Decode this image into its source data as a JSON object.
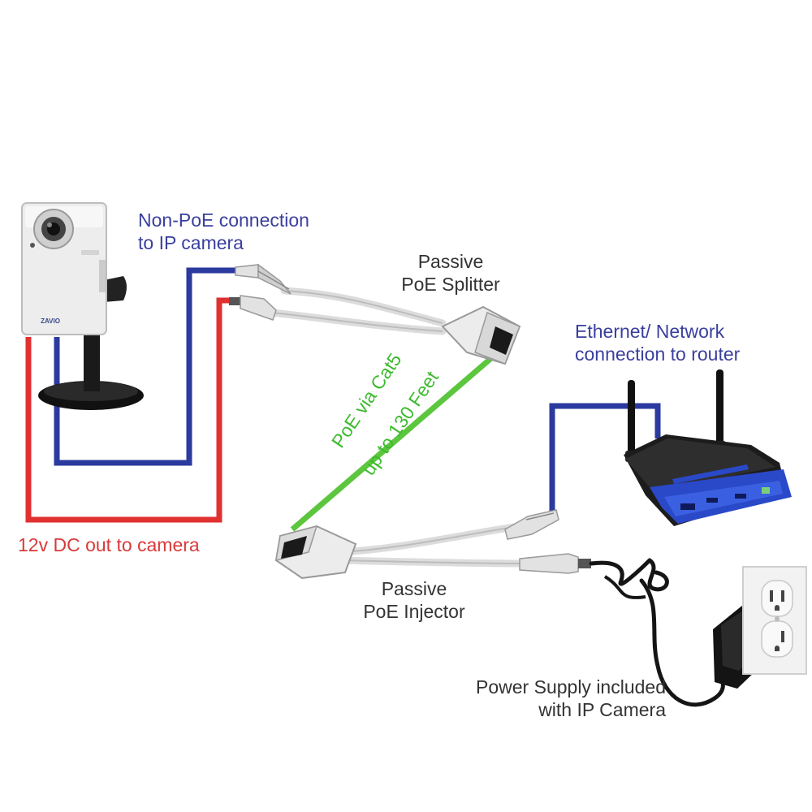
{
  "labels": {
    "non_poe_line1": "Non-PoE connection",
    "non_poe_line2": "to IP camera",
    "splitter_line1": "Passive",
    "splitter_line2": "PoE Splitter",
    "ethernet_line1": "Ethernet/ Network",
    "ethernet_line2": "connection to router",
    "cat5_line1": "PoE via Cat5",
    "cat5_line2": "up to 130 Feet",
    "dc_out": "12v DC out to camera",
    "injector_line1": "Passive",
    "injector_line2": "PoE Injector",
    "power_line1": "Power Supply included",
    "power_line2": "with IP Camera"
  },
  "camera_brand": "ZAVIO",
  "colors": {
    "network_cable": "#2b3a9e",
    "dc_cable": "#e03030",
    "poe_cable": "#5cc63e",
    "label_blue": "#3a3f9e",
    "label_red": "#d93a3a",
    "label_dark": "#333333",
    "label_green": "#3dbb2e"
  }
}
